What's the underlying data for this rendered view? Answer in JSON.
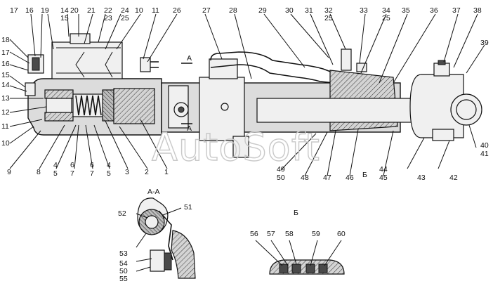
{
  "section_aa": "А-А",
  "section_b": "Б",
  "view_a_top": "А",
  "view_a_bottom": "А",
  "callout_b": "Б",
  "watermark": "AutoSoft",
  "labels": {
    "l1": "1",
    "l2": "2",
    "l3": "3",
    "l4": "4",
    "l5": "5",
    "l6": "6",
    "l7": "7",
    "l8": "8",
    "l9": "9",
    "l10": "10",
    "l11": "11",
    "l12": "12",
    "l13": "13",
    "l14": "14",
    "l15": "15",
    "l16": "16",
    "l17": "17",
    "l18": "18",
    "l19": "19",
    "l20": "20",
    "l21": "21",
    "l22": "22",
    "l23": "23",
    "l24": "24",
    "l25": "25",
    "l26": "26",
    "l27": "27",
    "l28": "28",
    "l29": "29",
    "l30": "30",
    "l31": "31",
    "l32": "32",
    "l33": "33",
    "l34": "34",
    "l35": "35",
    "l36": "36",
    "l37": "37",
    "l38": "38",
    "l39": "39",
    "l40": "40",
    "l41": "41",
    "l42": "42",
    "l43": "43",
    "l44": "44",
    "l45": "45",
    "l46": "46",
    "l47": "47",
    "l48": "48",
    "l49": "49",
    "l50": "50",
    "l51": "51",
    "l52": "52",
    "l53": "53",
    "l54": "54",
    "l55": "55",
    "l56": "56",
    "l57": "57",
    "l58": "58",
    "l59": "59",
    "l60": "60"
  }
}
